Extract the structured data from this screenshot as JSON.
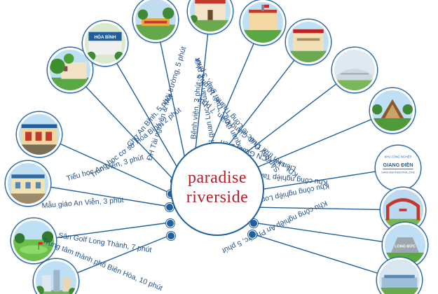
{
  "colors": {
    "line": "#1f5f9c",
    "label": "#1f4f8a",
    "brand": "#b2202a",
    "ring": "#2d6aa6"
  },
  "brand": {
    "line1": "paradise",
    "line2": "riverside"
  },
  "spokes": [
    {
      "label": "Trung tâm thành phố Biên Hòa, 10 phút",
      "icon": "city-center-photo"
    },
    {
      "label": "Sân Golf Long Thành, 7 phút",
      "icon": "golf-course-photo"
    },
    {
      "label": "Mẫu giáo An Viễn, 3 phút",
      "icon": "kindergarten-photo"
    },
    {
      "label": "Tiểu học An Viễn, 3 phút",
      "icon": "primary-school-photo"
    },
    {
      "label": "Trung học cơ sở Hòa Bình, 2 phút",
      "icon": "secondary-school-photo"
    },
    {
      "label": "Chợ An Bình, 5 phút",
      "icon": "market-photo",
      "sign": "HÒA BÌNH"
    },
    {
      "label": "ĐH Tài nguyên & Môi trường, 5 phút",
      "icon": "university-photo"
    },
    {
      "label": "Bệnh viện, 3 phút",
      "icon": "hospital-photo"
    },
    {
      "label": "Đại học sĩ quan Lục Quân II, 2 phút",
      "icon": "military-academy-photo"
    },
    {
      "label": "Đại học sĩ quan tăng - Thiết giáp, 3 phút",
      "icon": "armor-academy-photo"
    },
    {
      "label": "Sân bay Quốc tế Long Thành, 10 phút",
      "icon": "airport-photo"
    },
    {
      "label": "KDL sinh thái Thác Giang Điền, 7 phút",
      "icon": "eco-park-photo"
    },
    {
      "label": "Liền kề KCN Giang Điền",
      "icon": "industrial-sign-photo",
      "sign_top": "KHU CÔNG NGHIỆP",
      "sign_main": "GIANG ĐIỀN",
      "sign_sub": "GIANG DIEN INDUSTRIAL ZONE"
    },
    {
      "label": "Khu công nghiệp Tam Phước, 5 phút",
      "icon": "gate-photo"
    },
    {
      "label": "Khu công nghiệp Long Đức, 5 phút",
      "icon": "long-duc-photo",
      "sign": "LONG ĐỨC"
    },
    {
      "label": "Khu công nghiệp An Phước, 5 phút",
      "icon": "factory-photo"
    }
  ]
}
